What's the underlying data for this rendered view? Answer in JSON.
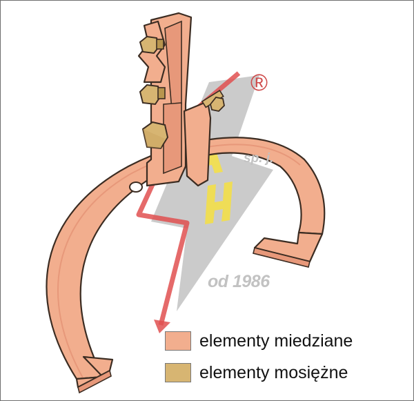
{
  "watermark": {
    "registered_symbol": "®",
    "company_suffix": "sp. j.",
    "since": "od 1986",
    "logo_letters": [
      "A",
      "H"
    ]
  },
  "legend": {
    "items": [
      {
        "label": "elementy miedziane",
        "color": "#f2ae8e"
      },
      {
        "label": "elementy mosiężne",
        "color": "#d7b572"
      }
    ]
  },
  "colors": {
    "copper_fill": "#f2ae8e",
    "copper_shade": "#e7987a",
    "brass_fill": "#d7b572",
    "brass_shade": "#b8954e",
    "outline": "#3b2c22",
    "watermark_grey": "#c2c2c2",
    "watermark_red": "#e05050",
    "watermark_yellow": "#f4e04a"
  }
}
